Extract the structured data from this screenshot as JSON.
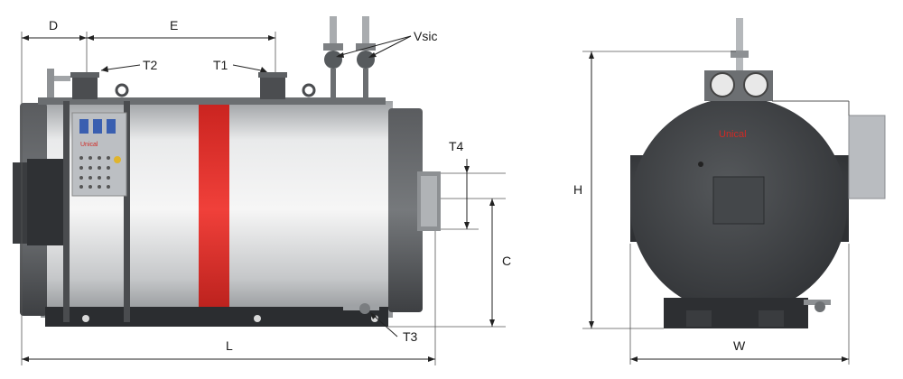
{
  "labels": {
    "D": "D",
    "E": "E",
    "T1": "T1",
    "T2": "T2",
    "T3": "T3",
    "T4": "T4",
    "Vsic": "Vsic",
    "C": "C",
    "L": "L",
    "H": "H",
    "W": "W"
  },
  "brand": "Unical",
  "colors": {
    "shell_silver": "#cfd1d3",
    "end_cap_dark": "#4a4c4f",
    "red_band": "#e8322e",
    "panel": "#b9bcc0",
    "front_body": "#3c3e41"
  }
}
